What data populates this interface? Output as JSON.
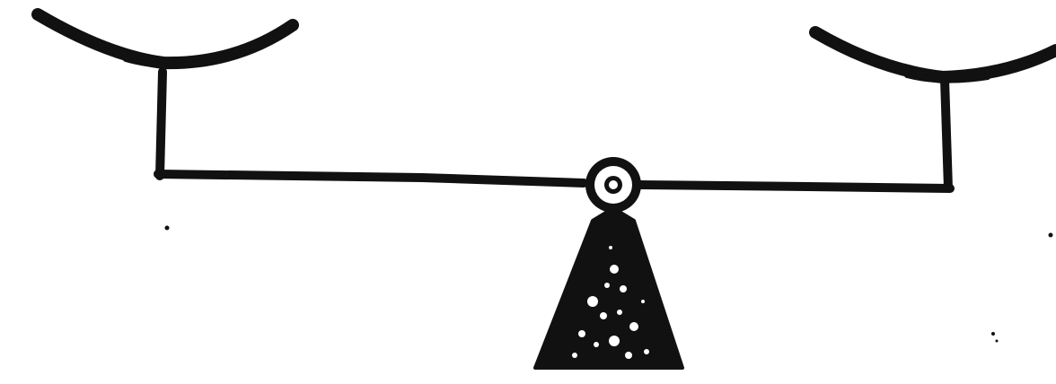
{
  "diagram": {
    "kind": "balance-scale",
    "ink_color": "#111111",
    "background_color": "#ffffff",
    "components": [
      "left-pan",
      "right-pan",
      "left-hanger",
      "right-hanger",
      "beam",
      "pivot",
      "stand"
    ]
  }
}
